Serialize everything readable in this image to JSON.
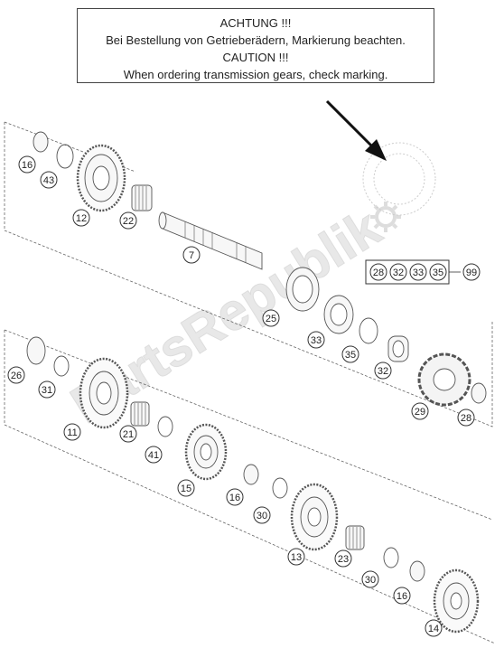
{
  "notice": {
    "line1": "ACHTUNG !!!",
    "line2": "Bei Bestellung von Getrieberädern, Markierung beachten.",
    "line3": "CAUTION !!!",
    "line4": "When ordering transmission gears, check marking."
  },
  "watermark": "PartsRepublik",
  "kit": {
    "parts": [
      "28",
      "32",
      "33",
      "35"
    ],
    "kit_number": "99"
  },
  "callouts": [
    "16",
    "43",
    "12",
    "22",
    "7",
    "25",
    "33",
    "35",
    "32",
    "29",
    "28",
    "26",
    "31",
    "11",
    "21",
    "41",
    "15",
    "16",
    "30",
    "13",
    "23",
    "30",
    "16",
    "14"
  ],
  "colors": {
    "line": "#555555",
    "fill": "#f7f7f7",
    "watermark": "#e6e6e6",
    "arrow": "#111111"
  }
}
